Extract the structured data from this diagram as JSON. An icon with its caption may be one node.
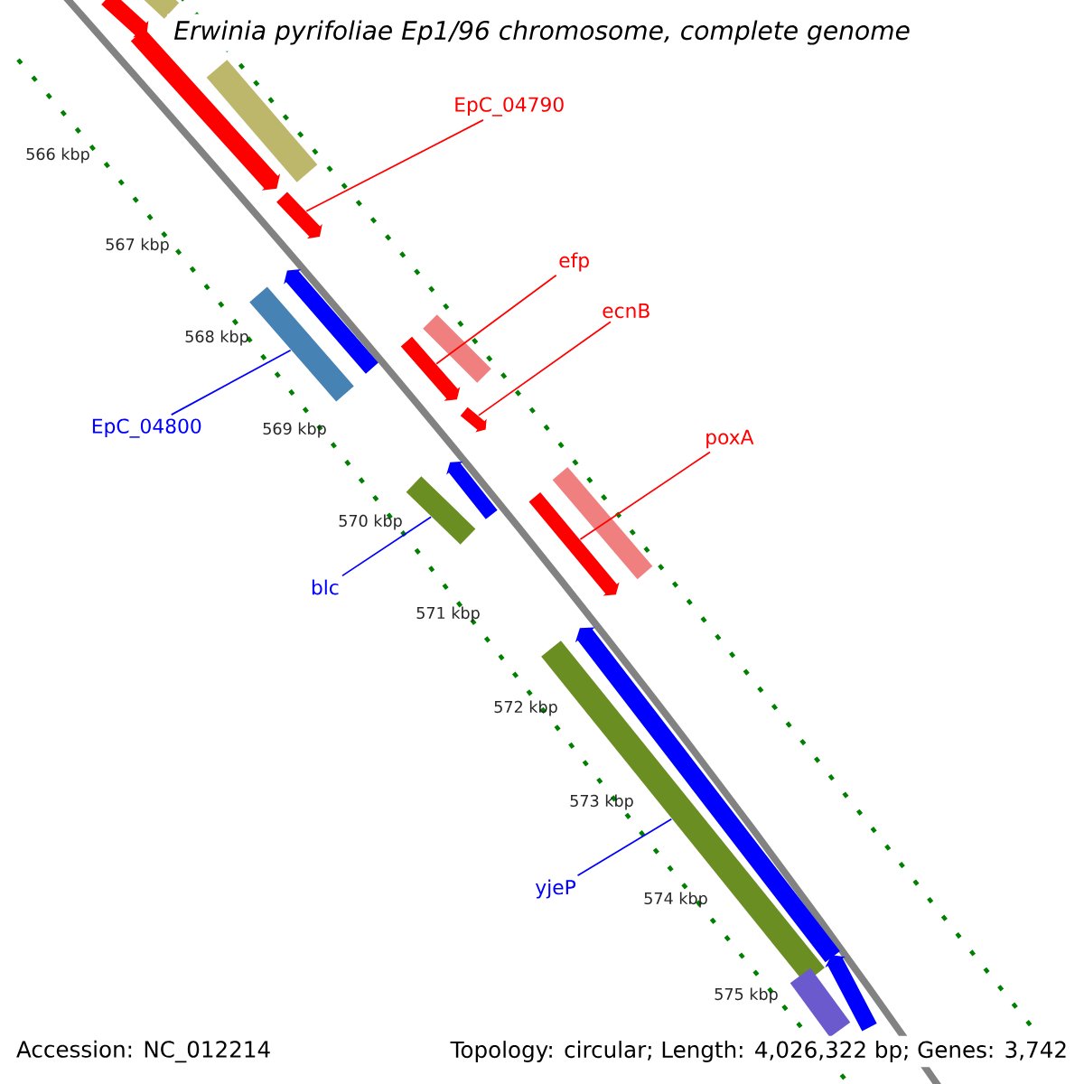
{
  "diagram": {
    "title": "Erwinia pyrifoliae Ep1/96 chromosome, complete genome",
    "nodes": [
      {
        "text": [
          "EpC_04790"
        ]
      },
      {
        "text": [
          "efp"
        ]
      },
      {
        "text": [
          "ecnB"
        ]
      },
      {
        "text": [
          "poxA"
        ]
      },
      {
        "text": [
          "EpC_04800"
        ]
      },
      {
        "text": [
          "blc"
        ]
      },
      {
        "text": [
          "yjeP"
        ]
      },
      {
        "text": [],
        "shape": "bar"
      },
      {
        "text": [],
        "shape": "bar"
      },
      {
        "text": [],
        "shape": "bar"
      },
      {
        "text": [],
        "shape": "bar"
      },
      {
        "text": [],
        "shape": "bar"
      },
      {
        "text": [],
        "shape": "bar"
      },
      {
        "text": [],
        "shape": "bar"
      },
      {
        "text": [],
        "shape": "bar"
      },
      {
        "text": [],
        "shape": "bar"
      },
      {
        "text": [],
        "shape": "bar"
      },
      {
        "text": [],
        "shape": "bar"
      },
      {
        "text": [],
        "shape": "bar"
      },
      {
        "text": [],
        "shape": "bar"
      },
      {
        "text": [],
        "shape": "bar"
      },
      {
        "text": [],
        "shape": "bar"
      },
      {
        "text": [],
        "shape": "bar"
      },
      {
        "text": [],
        "shape": "bar"
      },
      {
        "text": [],
        "shape": "bar"
      }
    ],
    "edges": [
      {
        "from": 0,
        "to": 11,
        "arrow": "none"
      },
      {
        "from": 1,
        "to": 15,
        "arrow": "none"
      },
      {
        "from": 2,
        "to": 16,
        "arrow": "none"
      },
      {
        "from": 3,
        "to": 20,
        "arrow": "none"
      },
      {
        "from": 4,
        "to": 13,
        "arrow": "none",
        "color": "#0000ff"
      },
      {
        "from": 5,
        "to": 18,
        "arrow": "none",
        "color": "#0000ff"
      },
      {
        "from": 6,
        "to": 22,
        "arrow": "none",
        "color": "#0000ff"
      }
    ],
    "labels": [
      "566 kbp",
      "567 kbp",
      "568 kbp",
      "569 kbp",
      "570 kbp",
      "571 kbp",
      "572 kbp",
      "573 kbp",
      "574 kbp",
      "575 kbp",
      "Accession: NC_012214",
      "Topology: circular; Length: 4,026,322 bp; Genes: 3,742"
    ]
  }
}
